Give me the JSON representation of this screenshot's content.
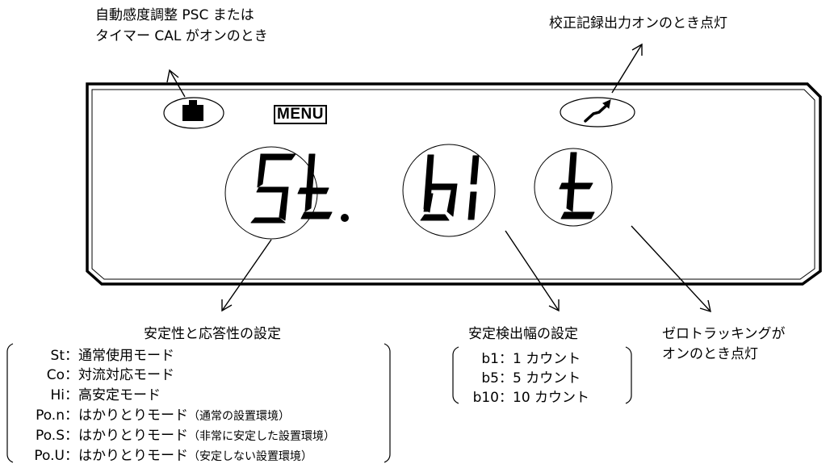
{
  "top_left_note": [
    "自動感度調整 PSC または",
    "タイマー CAL がオンのとき"
  ],
  "top_right_note": "校正記録出力オンのとき点灯",
  "display": {
    "menu_label": "MENU",
    "digits": [
      "S",
      "t",
      ".",
      "b",
      "1",
      "t"
    ]
  },
  "stability": {
    "title": "安定性と応答性の設定",
    "items": [
      {
        "code": "St",
        "sep": "：",
        "text": "通常使用モード",
        "note": ""
      },
      {
        "code": "Co",
        "sep": "：",
        "text": "対流対応モード",
        "note": ""
      },
      {
        "code": "Hi",
        "sep": "：",
        "text": "高安定モード",
        "note": ""
      },
      {
        "code": "Po.n",
        "sep": "：",
        "text": "はかりとりモード",
        "note": "（通常の設置環境）"
      },
      {
        "code": "Po.S",
        "sep": "：",
        "text": "はかりとりモード",
        "note": "（非常に安定した設置環境）"
      },
      {
        "code": "Po.U",
        "sep": "：",
        "text": "はかりとりモード",
        "note": "（安定しない設置環境）"
      }
    ]
  },
  "detect": {
    "title": "安定検出幅の設定",
    "items": [
      {
        "code": "b1",
        "sep": "：",
        "text": "1 カウント"
      },
      {
        "code": "b5",
        "sep": "：",
        "text": "5 カウント"
      },
      {
        "code": "b10",
        "sep": "：",
        "text": "10 カウント"
      }
    ]
  },
  "zero_note": [
    "ゼロトラッキングが",
    "オンのとき点灯"
  ]
}
